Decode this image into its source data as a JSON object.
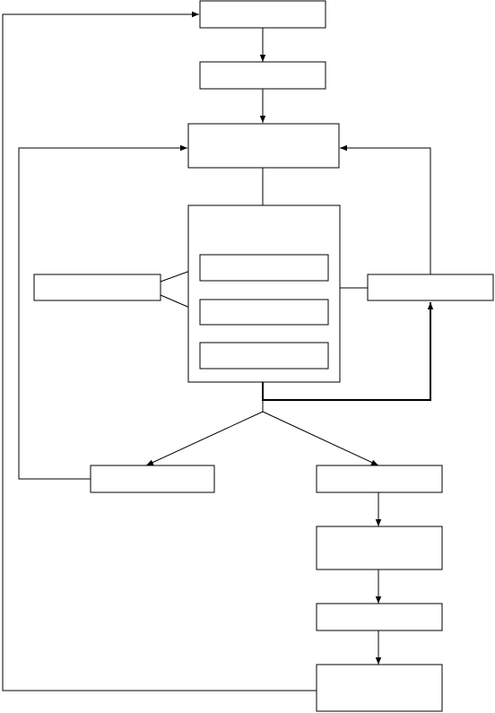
{
  "diagram": {
    "type": "flowchart",
    "colors": {
      "stroke": "#000000",
      "fill": "#ffffff",
      "background": "#ffffff"
    },
    "nodes": [
      {
        "id": "n1",
        "label": ""
      },
      {
        "id": "n2",
        "label": ""
      },
      {
        "id": "n3",
        "label": ""
      },
      {
        "id": "container",
        "label": ""
      },
      {
        "id": "inner1",
        "label": ""
      },
      {
        "id": "inner2",
        "label": ""
      },
      {
        "id": "inner3",
        "label": ""
      },
      {
        "id": "left-box",
        "label": ""
      },
      {
        "id": "right-box",
        "label": ""
      },
      {
        "id": "bottom-left",
        "label": ""
      },
      {
        "id": "bottom-right-1",
        "label": ""
      },
      {
        "id": "bottom-right-2",
        "label": ""
      },
      {
        "id": "bottom-right-3",
        "label": ""
      },
      {
        "id": "bottom-right-4",
        "label": ""
      }
    ],
    "edges": [
      {
        "from": "n1",
        "to": "n2",
        "arrow": true
      },
      {
        "from": "n2",
        "to": "n3",
        "arrow": true
      },
      {
        "from": "n3",
        "to": "container",
        "arrow": false
      },
      {
        "from": "left-box",
        "to": "inner1",
        "arrow": false
      },
      {
        "from": "left-box",
        "to": "inner2",
        "arrow": false
      },
      {
        "from": "container",
        "to": "right-box",
        "arrow": false
      },
      {
        "from": "right-box",
        "to": "n3",
        "arrow": true
      },
      {
        "from": "container",
        "to": "right-box",
        "arrow": true,
        "via": "bottom"
      },
      {
        "from": "container",
        "to": "bottom-left",
        "arrow": true
      },
      {
        "from": "container",
        "to": "bottom-right-1",
        "arrow": true
      },
      {
        "from": "bottom-left",
        "to": "n3",
        "arrow": true
      },
      {
        "from": "bottom-right-1",
        "to": "bottom-right-2",
        "arrow": true
      },
      {
        "from": "bottom-right-2",
        "to": "bottom-right-3",
        "arrow": true
      },
      {
        "from": "bottom-right-3",
        "to": "bottom-right-4",
        "arrow": true
      },
      {
        "from": "bottom-right-4",
        "to": "n1",
        "arrow": true
      }
    ]
  }
}
